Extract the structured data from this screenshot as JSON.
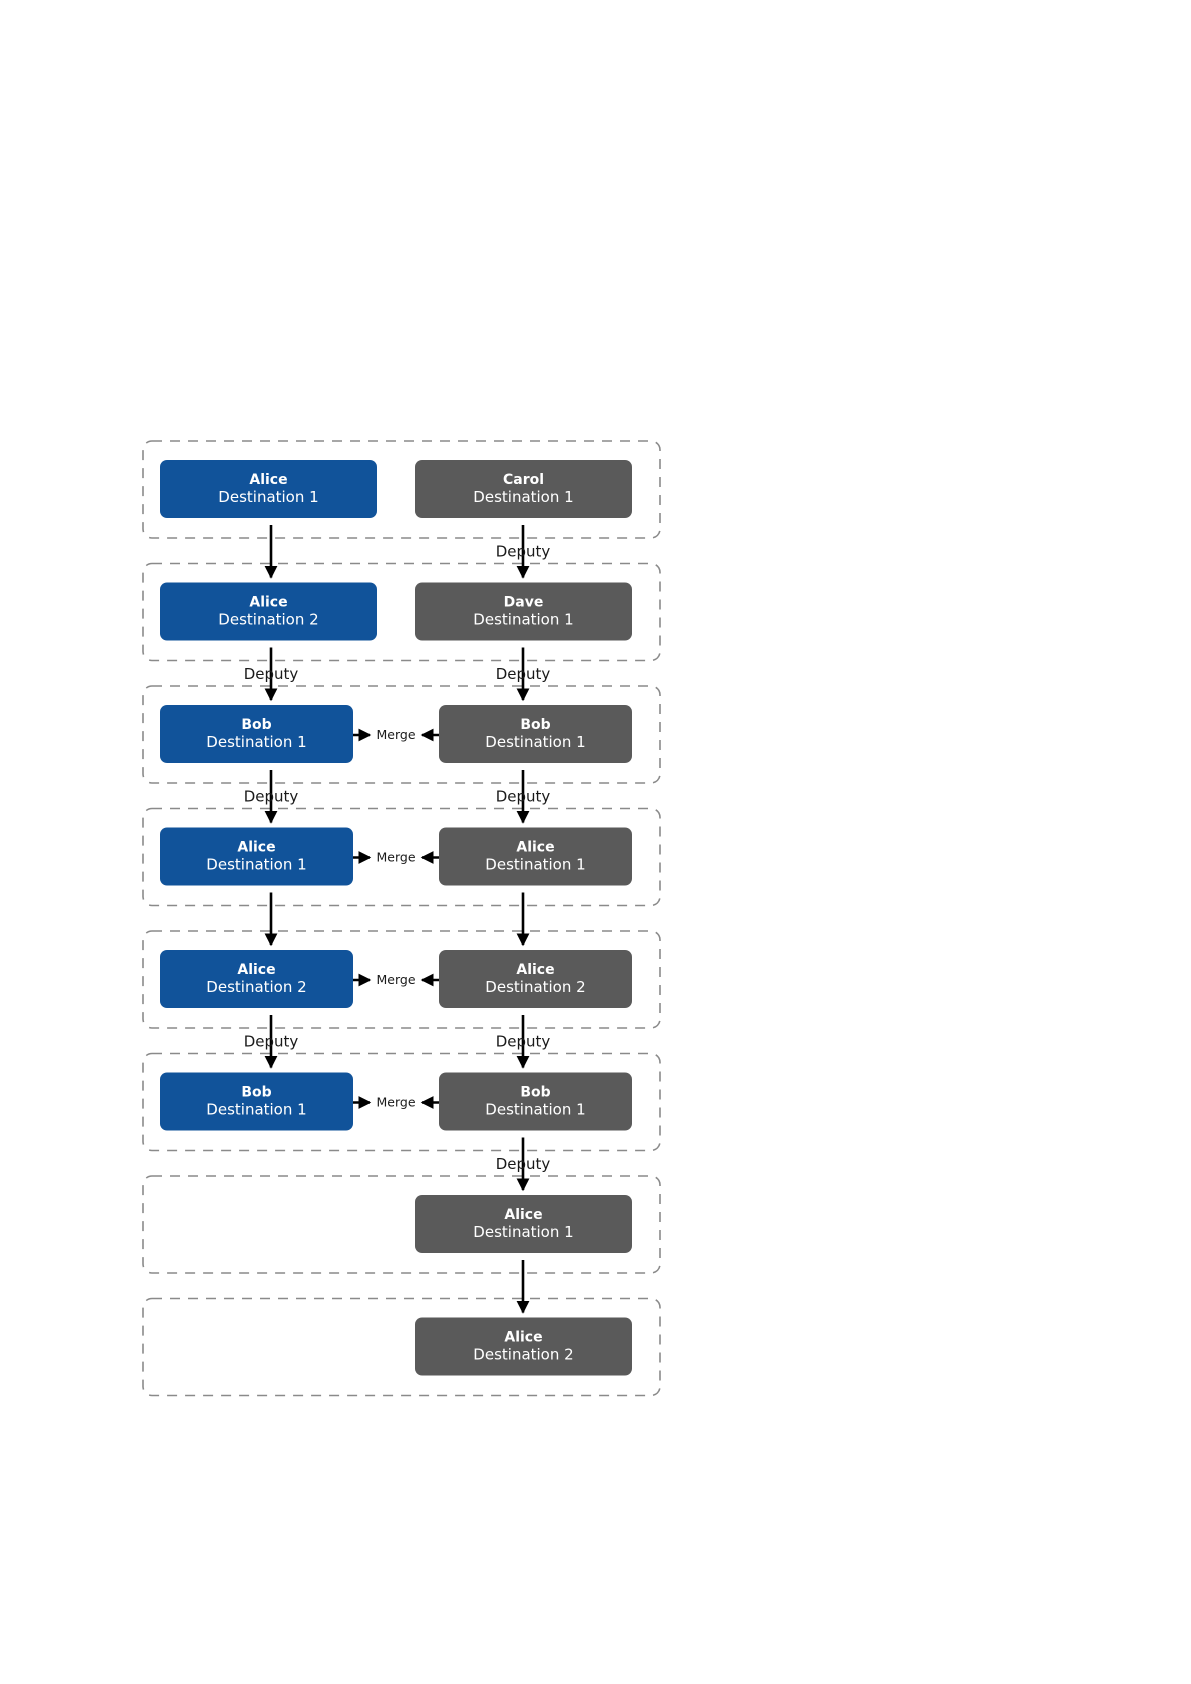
{
  "colors": {
    "blue_node": "#11539a",
    "gray_node": "#5a5a5a",
    "node_text": "#ffffff",
    "stage_border": "#8a8a8a",
    "arrow": "#000000"
  },
  "stages": 8,
  "nodes": [
    {
      "id": "n1",
      "stage": 0,
      "column": "left",
      "variant": "wide",
      "color": "blue",
      "name": "Alice",
      "destination": "Destination 1"
    },
    {
      "id": "n2",
      "stage": 0,
      "column": "right",
      "variant": "wide",
      "color": "gray",
      "name": "Carol",
      "destination": "Destination 1"
    },
    {
      "id": "n3",
      "stage": 1,
      "column": "left",
      "variant": "wide",
      "color": "blue",
      "name": "Alice",
      "destination": "Destination 2"
    },
    {
      "id": "n4",
      "stage": 1,
      "column": "right",
      "variant": "wide",
      "color": "gray",
      "name": "Dave",
      "destination": "Destination 1"
    },
    {
      "id": "n5",
      "stage": 2,
      "column": "left",
      "variant": "narrow",
      "color": "blue",
      "name": "Bob",
      "destination": "Destination 1"
    },
    {
      "id": "n6",
      "stage": 2,
      "column": "right",
      "variant": "narrow",
      "color": "gray",
      "name": "Bob",
      "destination": "Destination 1"
    },
    {
      "id": "n7",
      "stage": 3,
      "column": "left",
      "variant": "narrow",
      "color": "blue",
      "name": "Alice",
      "destination": "Destination 1"
    },
    {
      "id": "n8",
      "stage": 3,
      "column": "right",
      "variant": "narrow",
      "color": "gray",
      "name": "Alice",
      "destination": "Destination 1"
    },
    {
      "id": "n9",
      "stage": 4,
      "column": "left",
      "variant": "narrow",
      "color": "blue",
      "name": "Alice",
      "destination": "Destination 2"
    },
    {
      "id": "n10",
      "stage": 4,
      "column": "right",
      "variant": "narrow",
      "color": "gray",
      "name": "Alice",
      "destination": "Destination 2"
    },
    {
      "id": "n11",
      "stage": 5,
      "column": "left",
      "variant": "narrow",
      "color": "blue",
      "name": "Bob",
      "destination": "Destination 1"
    },
    {
      "id": "n12",
      "stage": 5,
      "column": "right",
      "variant": "narrow",
      "color": "gray",
      "name": "Bob",
      "destination": "Destination 1"
    },
    {
      "id": "n13",
      "stage": 6,
      "column": "right",
      "variant": "wide",
      "color": "gray",
      "name": "Alice",
      "destination": "Destination 1"
    },
    {
      "id": "n14",
      "stage": 7,
      "column": "right",
      "variant": "wide",
      "color": "gray",
      "name": "Alice",
      "destination": "Destination 2"
    }
  ],
  "edges": [
    {
      "from": "n1",
      "to": "n3",
      "label": ""
    },
    {
      "from": "n2",
      "to": "n4",
      "label": "Deputy"
    },
    {
      "from": "n3",
      "to": "n5",
      "label": "Deputy"
    },
    {
      "from": "n4",
      "to": "n6",
      "label": "Deputy"
    },
    {
      "from": "n5",
      "to": "n7",
      "label": "Deputy"
    },
    {
      "from": "n6",
      "to": "n8",
      "label": "Deputy"
    },
    {
      "from": "n7",
      "to": "n9",
      "label": ""
    },
    {
      "from": "n8",
      "to": "n10",
      "label": ""
    },
    {
      "from": "n9",
      "to": "n11",
      "label": "Deputy"
    },
    {
      "from": "n10",
      "to": "n12",
      "label": "Deputy"
    },
    {
      "from": "n12",
      "to": "n13",
      "label": "Deputy"
    },
    {
      "from": "n13",
      "to": "n14",
      "label": ""
    }
  ],
  "merges": [
    {
      "stage": 2,
      "label": "Merge"
    },
    {
      "stage": 3,
      "label": "Merge"
    },
    {
      "stage": 4,
      "label": "Merge"
    },
    {
      "stage": 5,
      "label": "Merge"
    }
  ]
}
